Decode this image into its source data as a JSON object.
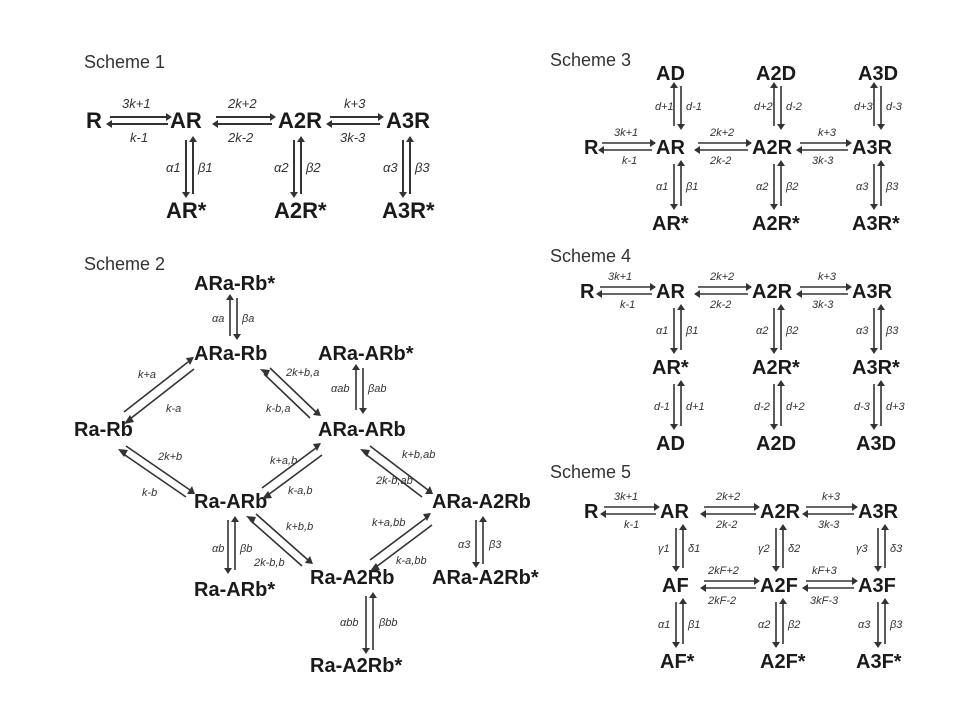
{
  "scheme1": {
    "title": "Scheme 1",
    "species": {
      "R": "R",
      "AR": "AR",
      "A2R": "A2R",
      "A3R": "A3R",
      "AR_star": "AR*",
      "A2R_star": "A2R*",
      "A3R_star": "A3R*"
    },
    "rates": {
      "f1": "3k+1",
      "b1": "k-1",
      "f2": "2k+2",
      "b2": "2k-2",
      "f3": "k+3",
      "b3": "3k-3",
      "a1": "α1",
      "be1": "β1",
      "a2": "α2",
      "be2": "β2",
      "a3": "α3",
      "be3": "β3"
    }
  },
  "scheme2": {
    "title": "Scheme 2",
    "species": {
      "ARa_Rb_star": "ARa-Rb*",
      "ARa_Rb": "ARa-Rb",
      "ARa_ARb_star": "ARa-ARb*",
      "Ra_Rb": "Ra-Rb",
      "ARa_ARb": "ARa-ARb",
      "Ra_ARb": "Ra-ARb",
      "ARa_A2Rb": "ARa-A2Rb",
      "Ra_ARb_star": "Ra-ARb*",
      "Ra_A2Rb": "Ra-A2Rb",
      "ARa_A2Rb_star": "ARa-A2Rb*",
      "Ra_A2Rb_star": "Ra-A2Rb*"
    },
    "rates": {
      "aa": "αa",
      "ba": "βa",
      "kpa": "k+a",
      "kma": "k-a",
      "kpb": "2k+b",
      "kmb": "k-b",
      "k2ba": "2k+b,a",
      "kmba": "k-b,a",
      "aab": "αab",
      "bab": "βab",
      "kpab": "k+a,b",
      "kmab": "k-a,b",
      "kpbab": "k+b,ab",
      "k2mbab": "2k-b,ab",
      "ab": "αb",
      "bb": "βb",
      "kpbb": "k+b,b",
      "k2mbb": "2k-b,b",
      "kpabb": "k+a,bb",
      "kmabb": "k-a,bb",
      "a3": "α3",
      "b3": "β3",
      "abb": "αbb",
      "bbb": "βbb"
    }
  },
  "scheme3": {
    "title": "Scheme 3",
    "species": {
      "AD": "AD",
      "A2D": "A2D",
      "A3D": "A3D",
      "R": "R",
      "AR": "AR",
      "A2R": "A2R",
      "A3R": "A3R",
      "AR_star": "AR*",
      "A2R_star": "A2R*",
      "A3R_star": "A3R*"
    },
    "rates": {
      "d1p": "d+1",
      "d1m": "d-1",
      "d2p": "d+2",
      "d2m": "d-2",
      "d3p": "d+3",
      "d3m": "d-3",
      "f1": "3k+1",
      "b1": "k-1",
      "f2": "2k+2",
      "b2": "2k-2",
      "f3": "k+3",
      "b3": "3k-3",
      "a1": "α1",
      "be1": "β1",
      "a2": "α2",
      "be2": "β2",
      "a3": "α3",
      "be3": "β3"
    }
  },
  "scheme4": {
    "title": "Scheme 4",
    "species": {
      "R": "R",
      "AR": "AR",
      "A2R": "A2R",
      "A3R": "A3R",
      "AR_star": "AR*",
      "A2R_star": "A2R*",
      "A3R_star": "A3R*",
      "AD": "AD",
      "A2D": "A2D",
      "A3D": "A3D"
    },
    "rates": {
      "f1": "3k+1",
      "b1": "k-1",
      "f2": "2k+2",
      "b2": "2k-2",
      "f3": "k+3",
      "b3": "3k-3",
      "a1": "α1",
      "be1": "β1",
      "a2": "α2",
      "be2": "β2",
      "a3": "α3",
      "be3": "β3",
      "d1m": "d-1",
      "d1p": "d+1",
      "d2m": "d-2",
      "d2p": "d+2",
      "d3m": "d-3",
      "d3p": "d+3"
    }
  },
  "scheme5": {
    "title": "Scheme 5",
    "species": {
      "R": "R",
      "AR": "AR",
      "A2R": "A2R",
      "A3R": "A3R",
      "AF": "AF",
      "A2F": "A2F",
      "A3F": "A3F",
      "AF_star": "AF*",
      "A2F_star": "A2F*",
      "A3F_star": "A3F*"
    },
    "rates": {
      "f1": "3k+1",
      "b1": "k-1",
      "f2": "2k+2",
      "b2": "2k-2",
      "f3": "k+3",
      "b3": "3k-3",
      "g1": "γ1",
      "de1": "δ1",
      "g2": "γ2",
      "de2": "δ2",
      "g3": "γ3",
      "de3": "δ3",
      "ff2": "2kF+2",
      "fb2": "2kF-2",
      "ff3": "kF+3",
      "fb3": "3kF-3",
      "a1": "α1",
      "be1": "β1",
      "a2": "α2",
      "be2": "β2",
      "a3": "α3",
      "be3": "β3"
    }
  }
}
